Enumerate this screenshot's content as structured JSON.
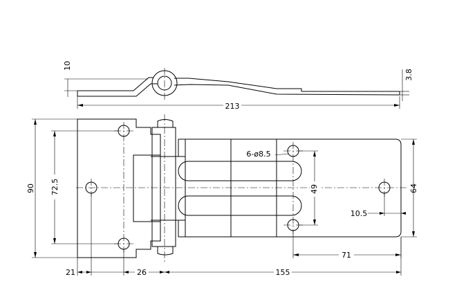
{
  "drawing": {
    "dims": {
      "d10": "10",
      "d38": "3.8",
      "d213": "213",
      "d90": "90",
      "d725": "72.5",
      "d64": "64",
      "d49": "49",
      "d105": "10.5",
      "d71": "71",
      "d21": "21",
      "d26": "26",
      "d155": "155",
      "holes": "6-ø8.5"
    }
  }
}
